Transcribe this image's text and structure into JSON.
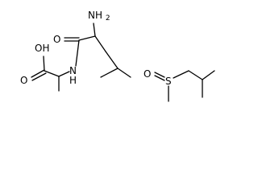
{
  "molecules": [
    {
      "atoms": [
        {
          "id": "n_amine",
          "label": "NH2",
          "sub_position": 1
        },
        {
          "id": "o_amide",
          "label": "O"
        },
        {
          "id": "o_hydroxyl",
          "label": "OH"
        },
        {
          "id": "o_acid",
          "label": "O"
        },
        {
          "id": "n_amide",
          "label": "N",
          "attached_h": "H"
        }
      ]
    },
    {
      "atoms": [
        {
          "id": "o_sulfoxide",
          "label": "O"
        },
        {
          "id": "s_sulfoxide",
          "label": "S"
        }
      ]
    }
  ]
}
